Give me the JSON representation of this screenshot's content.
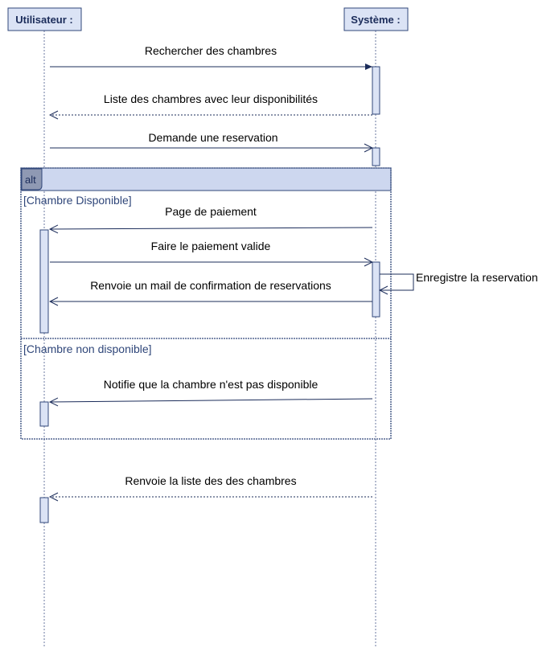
{
  "actors": {
    "user": "Utilisateur :",
    "system": "Système :"
  },
  "messages": {
    "m1": "Rechercher des chambres",
    "m2": "Liste des chambres avec leur disponibilités",
    "m3": "Demande une reservation",
    "m4": "Page de paiement",
    "m5": "Faire le paiement valide",
    "m6": "Enregistre la reservation",
    "m7": "Renvoie un mail de confirmation de reservations",
    "m8": "Notifie que la chambre n'est pas disponible",
    "m9": "Renvoie la liste des des chambres"
  },
  "frame": {
    "operator": "alt",
    "guard_1": "[Chambre Disponible]",
    "guard_2": "[Chambre non disponible]"
  },
  "colors": {
    "line": "#1b2c5a",
    "fill": "#dbe3f5"
  }
}
